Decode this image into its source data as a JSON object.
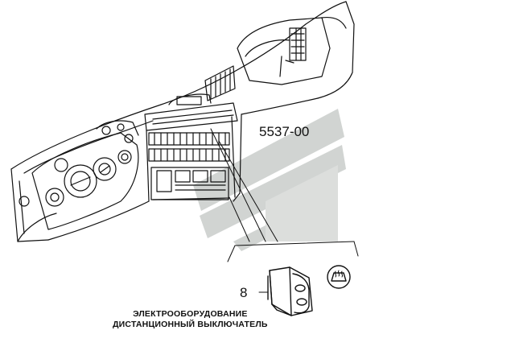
{
  "labels": {
    "code": "5537-00",
    "callout_number": "8",
    "caption_line1": "ЭЛЕКТРООБОРУДОВАНИЕ",
    "caption_line2": "ДИСТАНЦИОННЫЙ ВЫКЛЮЧАТЕЛЬ"
  },
  "icons": {
    "switch_symbol": "heated-rear-window-icon",
    "watermark": "company-logo-watermark"
  },
  "colors": {
    "line": "#111111",
    "watermark": "#c8ccca"
  }
}
